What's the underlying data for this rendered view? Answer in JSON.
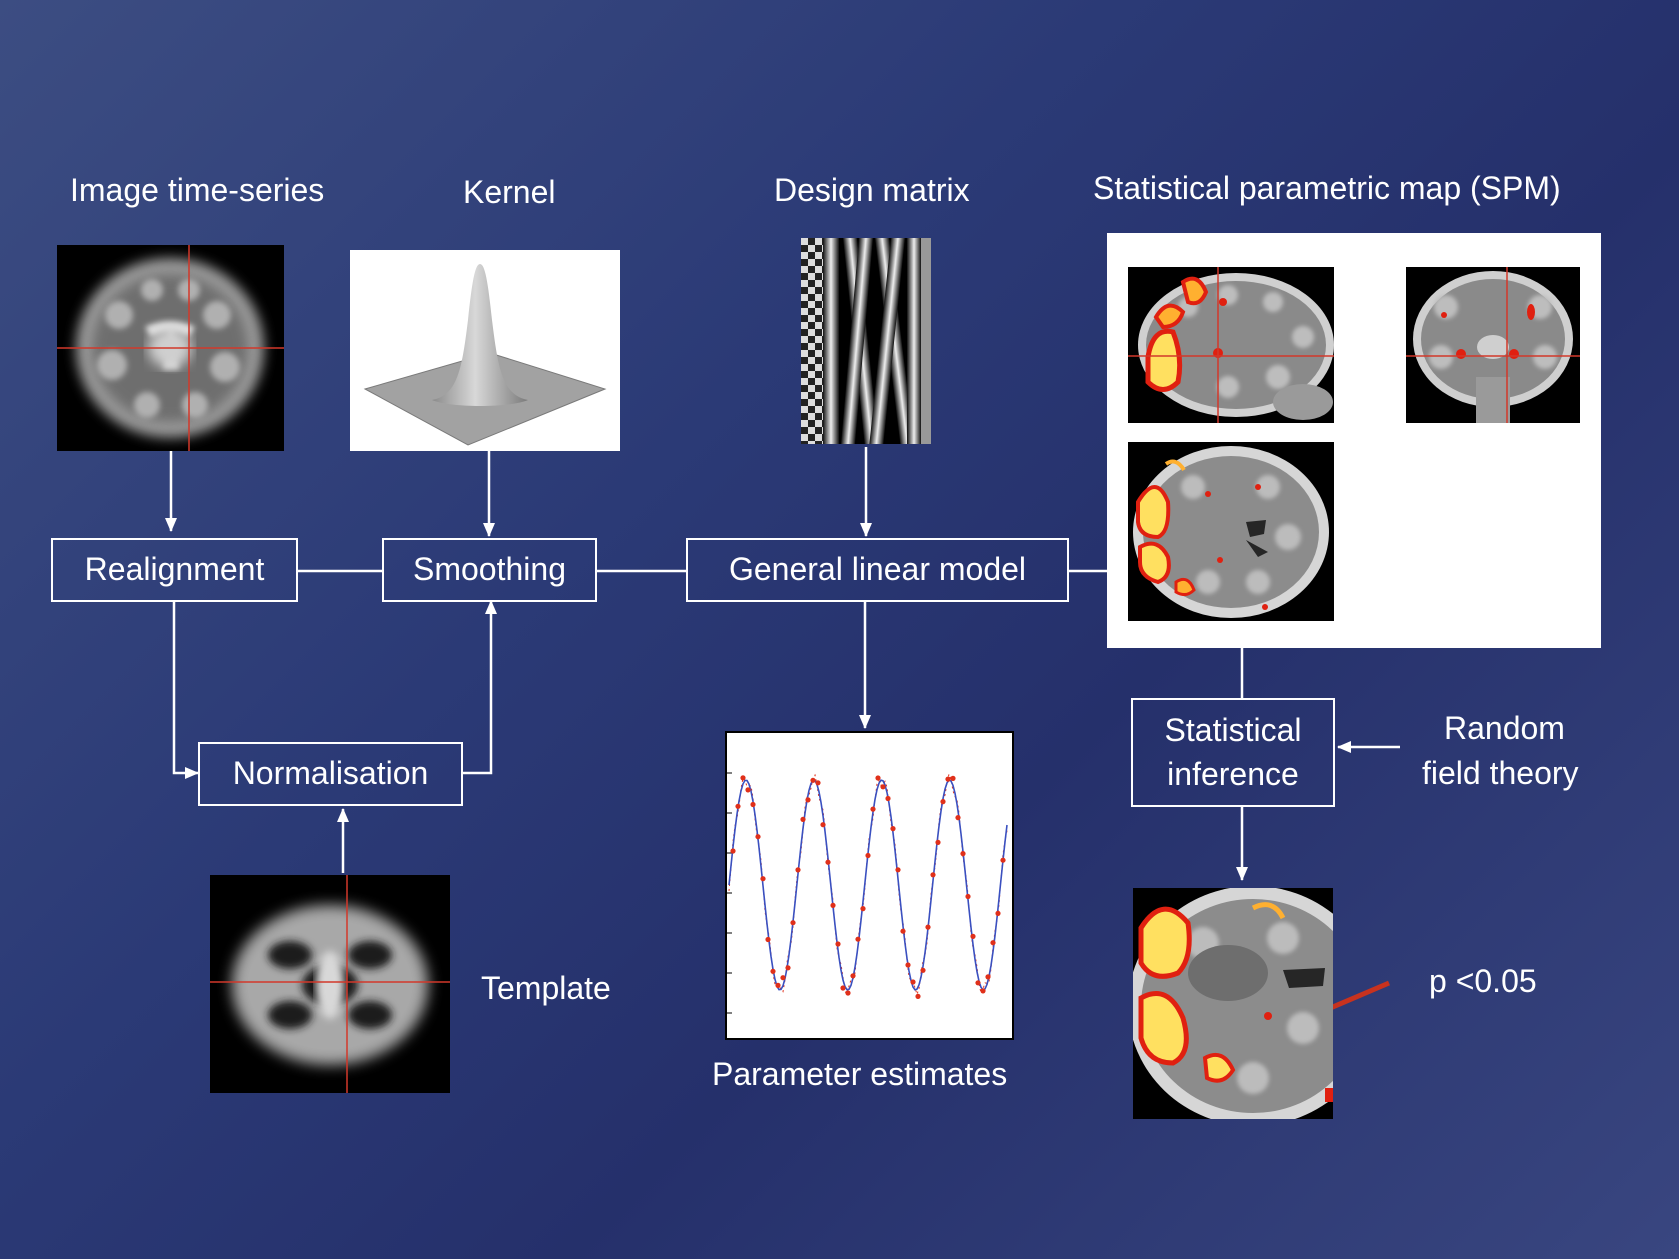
{
  "labels": {
    "image_time_series": "Image time-series",
    "kernel": "Kernel",
    "design_matrix": "Design matrix",
    "spm": "Statistical parametric map (SPM)",
    "template": "Template",
    "parameter_estimates": "Parameter estimates",
    "random_field_theory_line1": "Random",
    "random_field_theory_line2": "field theory",
    "p_value": "p <0.05"
  },
  "boxes": {
    "realignment": "Realignment",
    "smoothing": "Smoothing",
    "glm": "General linear model",
    "normalisation": "Normalisation",
    "inference_line1": "Statistical",
    "inference_line2": "inference"
  },
  "colors": {
    "background_start": "#3c4d82",
    "background_end": "#25306b",
    "connector": "#ffffff",
    "crosshair": "#d2382a",
    "activation_hot": "#ffe060",
    "activation_cold": "#e02010",
    "arrow_red": "#c8321e",
    "fit_line": "#3a50c0",
    "data_points": "#e0301a"
  },
  "icons": {
    "brain_images": "brain-slice-image",
    "kernel": "gaussian-surface-plot",
    "design": "design-matrix-image",
    "arrow": "arrow-head"
  }
}
